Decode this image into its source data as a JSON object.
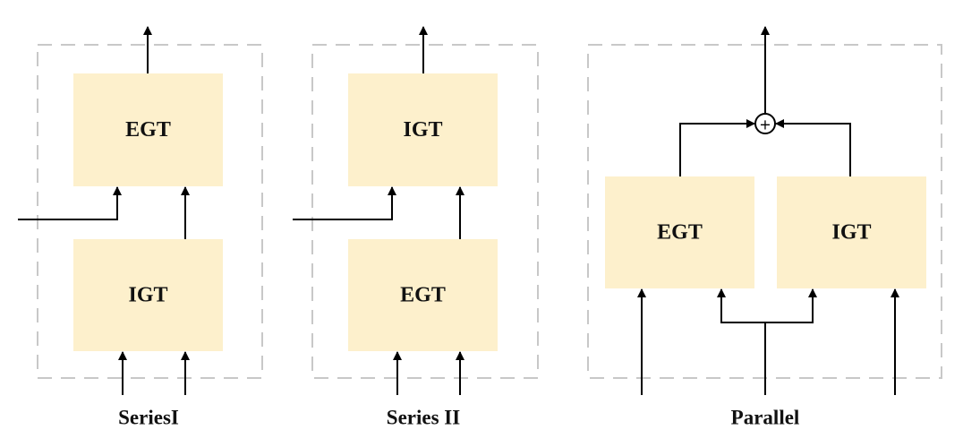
{
  "diagram": {
    "series1": {
      "caption": "SeriesI",
      "top_block": "EGT",
      "bottom_block": "IGT"
    },
    "series2": {
      "caption": "Series II",
      "top_block": "IGT",
      "bottom_block": "EGT"
    },
    "parallel": {
      "caption": "Parallel",
      "left_block": "EGT",
      "right_block": "IGT",
      "sum_symbol": "+"
    },
    "colors": {
      "block_fill": "#fdf0cc",
      "frame_stroke": "#c8c8c8",
      "arrow": "#000000"
    }
  }
}
